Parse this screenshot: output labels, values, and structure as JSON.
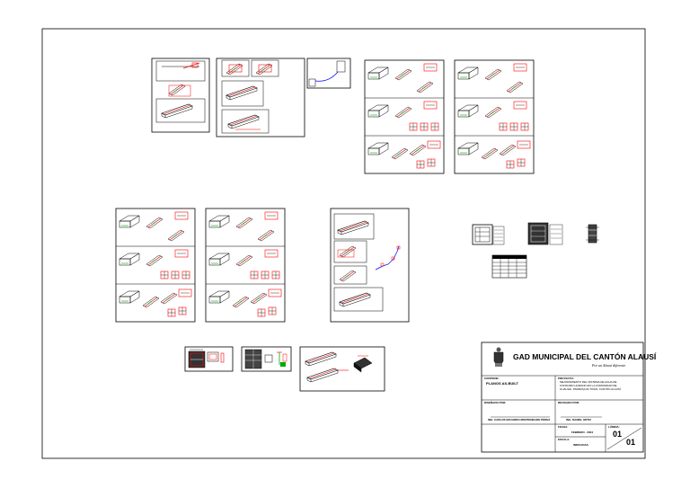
{
  "title_block": {
    "institution": "GAD MUNICIPAL DEL CANTÓN ALAUSÍ",
    "motto": "Por un Alausí diferente",
    "contains_label": "CONTIENE:",
    "contains_value": "PLANOS AS-BUILT",
    "project_label": "PROYECTO:",
    "project_line1": "MEJORAMIENTO DEL SISTEMA DE AGUA DE",
    "project_line2": "CONSUMO HUMANO EN LA COMUNIDAD DE",
    "project_line3": "GUALSHI, PARROQUIA TIXÁN, CANTÓN ALAUSÍ",
    "designed_label": "DISEÑADO POR:",
    "designed_value": "ING. CARLOS EDUARDO MONTENEGRO PÉREZ",
    "reviewed_label": "REVISADO POR:",
    "reviewed_value": "ING. DANIEL ORTIZ",
    "date_label": "FECHA:",
    "date_value": "FEBRERO - 2024",
    "scale_label": "ESCALA:",
    "scale_value": "INDICADAS",
    "sheet_label": "LÁMINA:",
    "sheet_number": "01",
    "sheet_total": "01"
  },
  "colors": {
    "line": "#000000",
    "accent": "#ff0000",
    "secondary": "#0000ff",
    "tertiary": "#00aa00",
    "highlight": "#00bcd4"
  }
}
